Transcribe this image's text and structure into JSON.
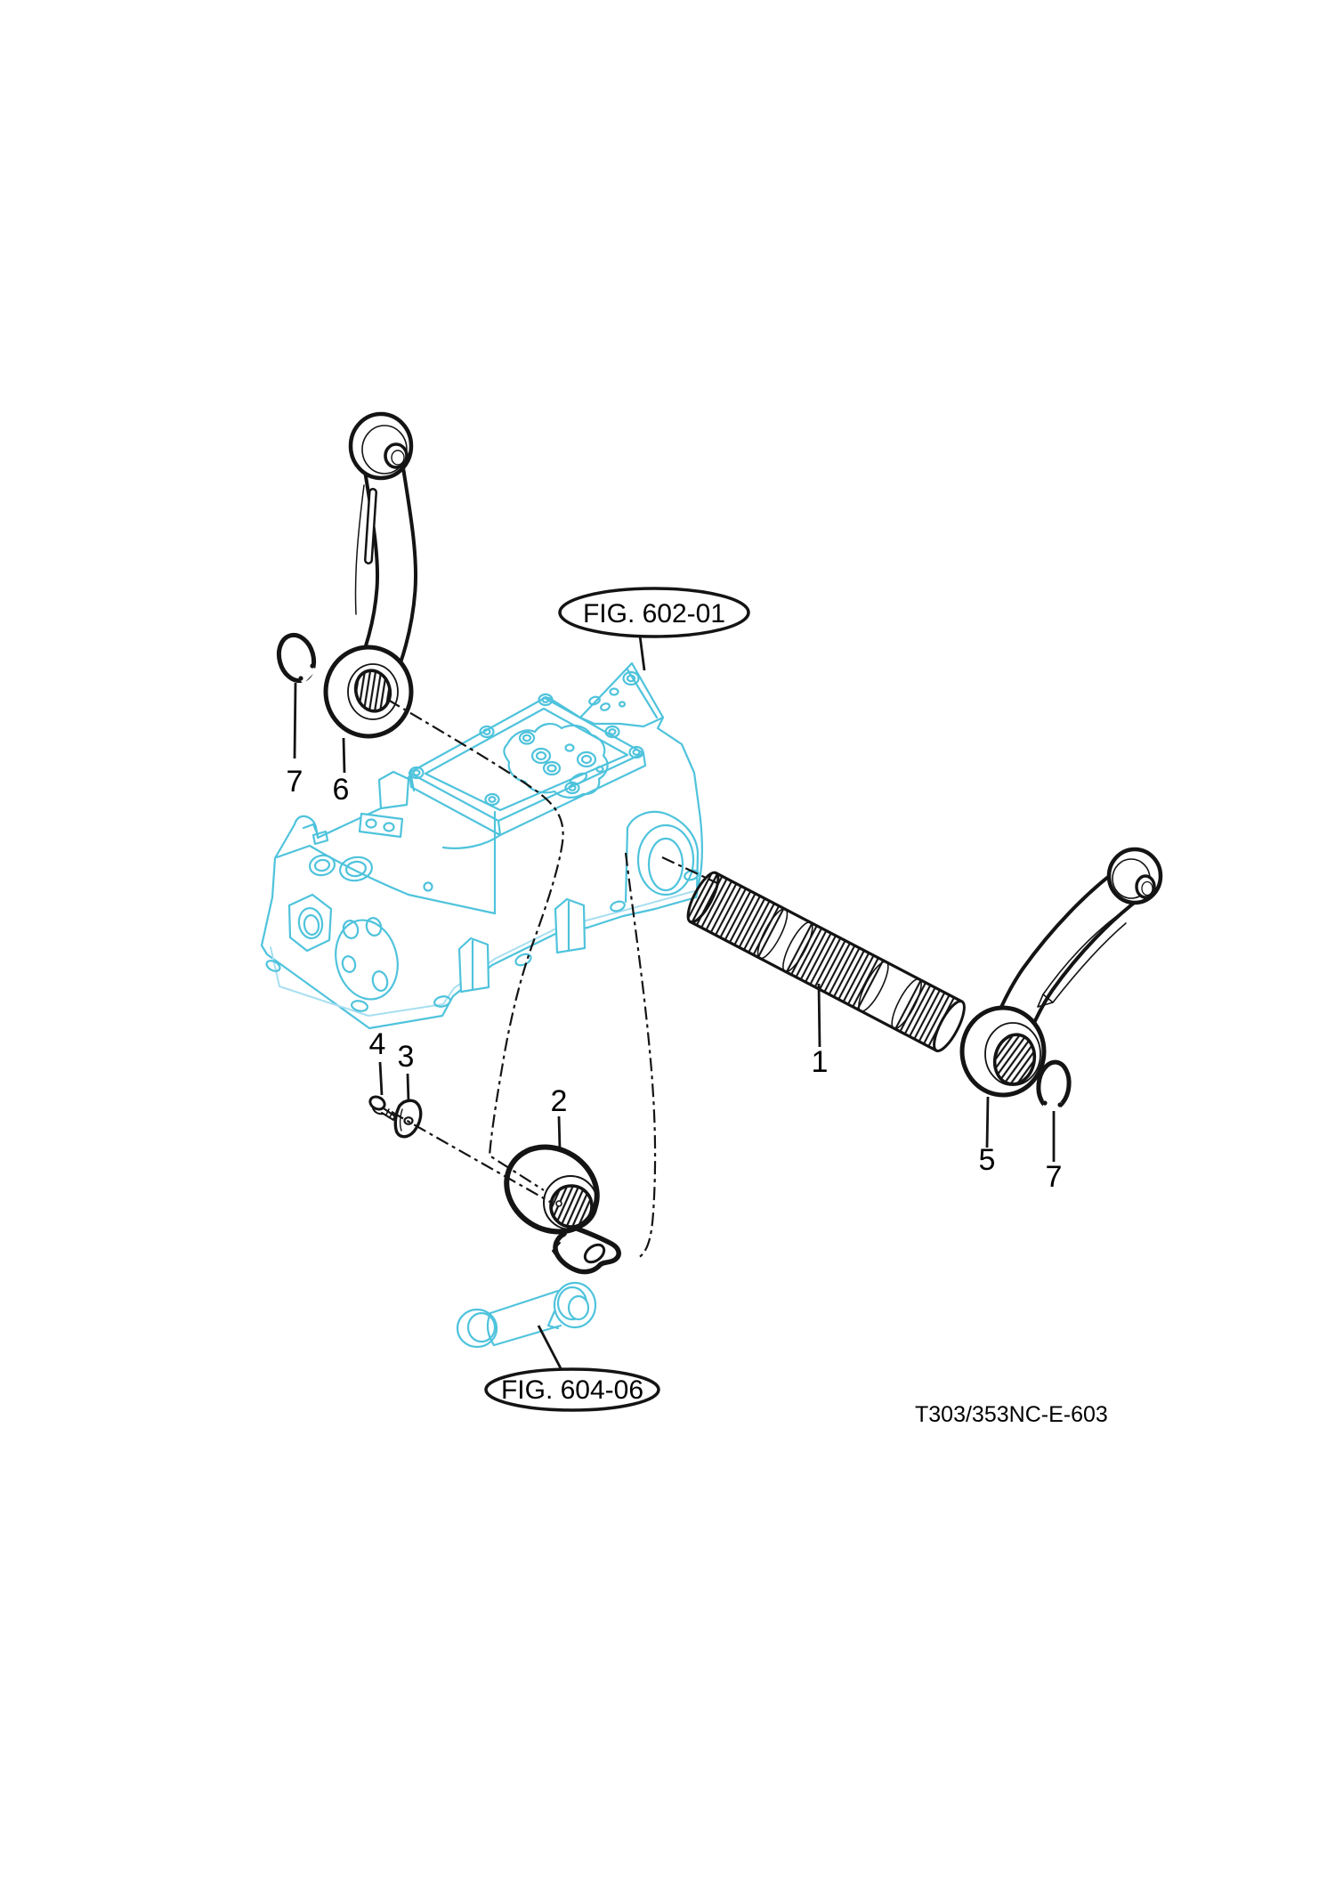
{
  "diagram": {
    "code": "T303/353NC-E-603",
    "figure_references": [
      {
        "label": "FIG. 602-01"
      },
      {
        "label": "FIG. 604-06"
      }
    ],
    "callouts": [
      {
        "label": "7"
      },
      {
        "label": "6"
      },
      {
        "label": "4"
      },
      {
        "label": "3"
      },
      {
        "label": "2"
      },
      {
        "label": "1"
      },
      {
        "label": "5"
      },
      {
        "label": "7"
      }
    ],
    "colors": {
      "part_outline": "#141414",
      "housing_line": "#4fc3dc",
      "housing_line_light": "#a8dff0",
      "background": "#ffffff",
      "text": "#000000"
    }
  }
}
